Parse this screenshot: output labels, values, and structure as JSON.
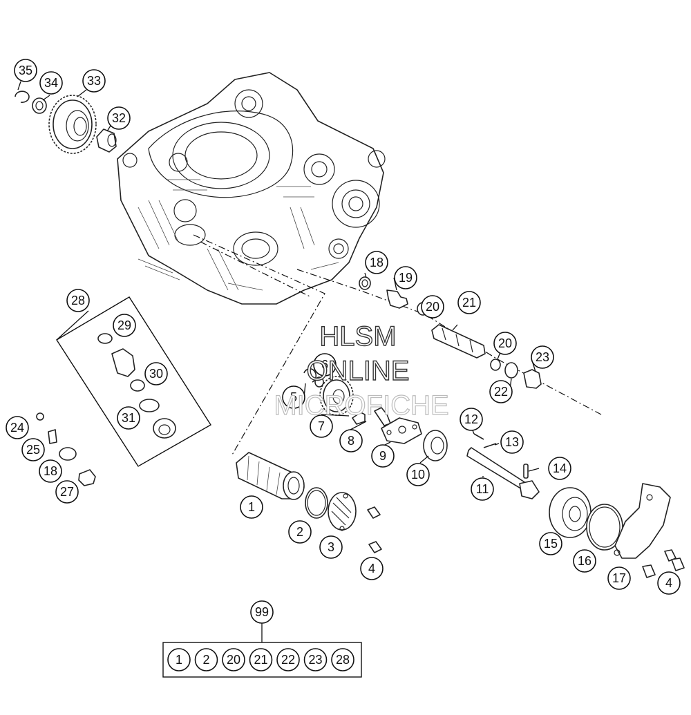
{
  "watermark": {
    "line1": "HLSM",
    "line2": "ONLINE",
    "line3": "MICROFICHE"
  },
  "callouts": {
    "c1": "1",
    "c2": "2",
    "c3": "3",
    "c4a": "4",
    "c4b": "4",
    "c5": "5",
    "c6": "6",
    "c7": "7",
    "c8": "8",
    "c9": "9",
    "c10": "10",
    "c11": "11",
    "c12": "12",
    "c13": "13",
    "c14": "14",
    "c15": "15",
    "c16": "16",
    "c17": "17",
    "c18a": "18",
    "c18b": "18",
    "c19": "19",
    "c20a": "20",
    "c20b": "20",
    "c21": "21",
    "c22": "22",
    "c23": "23",
    "c24": "24",
    "c25": "25",
    "c27": "27",
    "c28": "28",
    "c29": "29",
    "c30": "30",
    "c31": "31",
    "c32": "32",
    "c33": "33",
    "c34": "34",
    "c35": "35",
    "c99": "99"
  },
  "kit": {
    "items": [
      "1",
      "2",
      "20",
      "21",
      "22",
      "23",
      "28"
    ]
  }
}
